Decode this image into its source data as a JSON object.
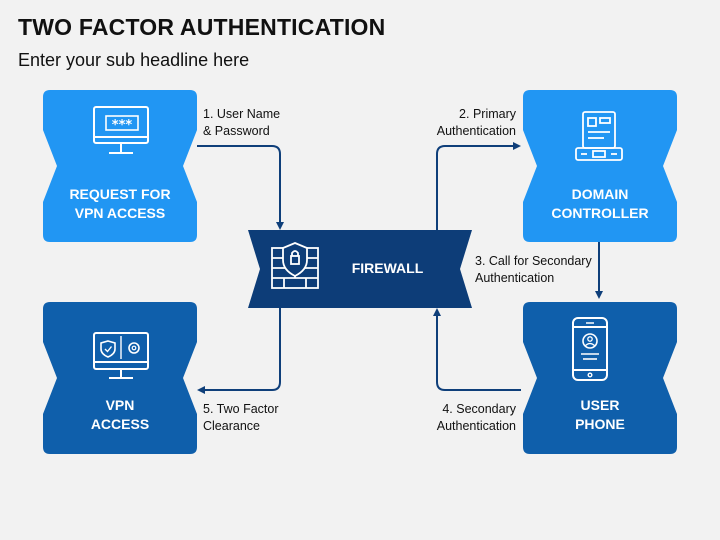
{
  "title": "TWO FACTOR AUTHENTICATION",
  "subtitle": "Enter your sub headline here",
  "colors": {
    "light_blue": "#2196f3",
    "dark_blue": "#0f5fab",
    "navy": "#0d3d78",
    "arrow": "#0f3f7a"
  },
  "nodes": {
    "request": {
      "line1": "REQUEST FOR",
      "line2": "VPN ACCESS",
      "icon": "monitor-password-icon"
    },
    "domain": {
      "line1": "DOMAIN",
      "line2": "CONTROLLER",
      "icon": "server-rack-icon"
    },
    "firewall": {
      "label": "FIREWALL",
      "icon": "firewall-shield-icon"
    },
    "vpn": {
      "line1": "VPN",
      "line2": "ACCESS",
      "icon": "monitor-security-icon"
    },
    "phone": {
      "line1": "USER",
      "line2": "PHONE",
      "icon": "smartphone-user-icon"
    }
  },
  "steps": {
    "s1": {
      "line1": "1. User Name",
      "line2": "& Password"
    },
    "s2": {
      "line1": "2. Primary",
      "line2": "Authentication"
    },
    "s3": {
      "line1": "3. Call for Secondary",
      "line2": "Authentication"
    },
    "s4": {
      "line1": "4. Secondary",
      "line2": "Authentication"
    },
    "s5": {
      "line1": "5. Two Factor",
      "line2": "Clearance"
    }
  }
}
